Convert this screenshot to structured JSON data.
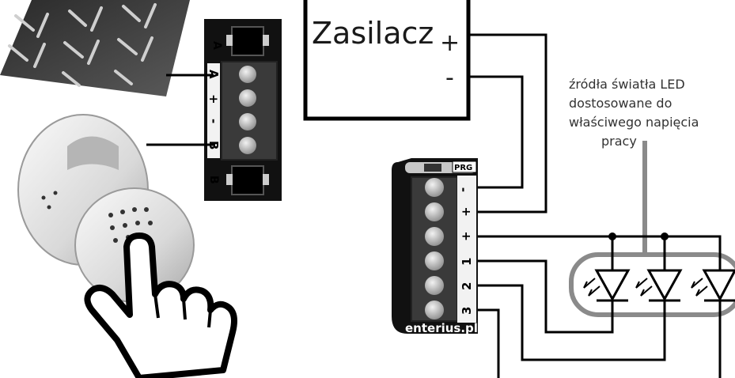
{
  "power_supply": {
    "label": "Zasilacz",
    "plus": "+",
    "minus": "-"
  },
  "led_note": {
    "lines": [
      "źródła światła LED",
      "dostosowane do",
      "właściwego napięcia",
      "pracy"
    ]
  },
  "wall_module": {
    "top_tag": "A",
    "bottom_tag": "B",
    "pins": [
      "A",
      "+",
      "-",
      "B"
    ]
  },
  "controller": {
    "prg": "PRG",
    "brand": "enterius.pl",
    "pins": [
      "-",
      "+",
      "+",
      "1",
      "2",
      "3"
    ]
  },
  "colors": {
    "wire": "#000000",
    "led_group": "#8a8a8a",
    "board": "#111111",
    "terminal": "#3a3a3a"
  },
  "icons": [
    "metal-plate-image",
    "doorbell-button-image",
    "hand-pointer-icon",
    "led-diode-icon"
  ]
}
